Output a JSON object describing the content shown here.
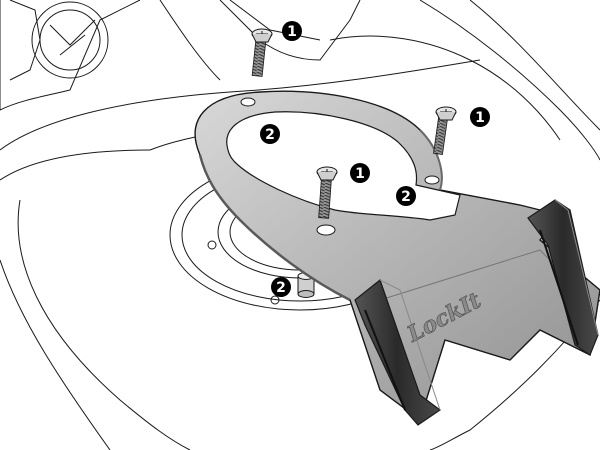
{
  "diagram": {
    "brand_logo": "LockIt",
    "callouts": [
      {
        "label": "1",
        "part": "screw"
      },
      {
        "label": "1",
        "part": "screw"
      },
      {
        "label": "1",
        "part": "screw"
      },
      {
        "label": "2",
        "part": "spacer"
      },
      {
        "label": "2",
        "part": "spacer"
      },
      {
        "label": "2",
        "part": "spacer"
      }
    ],
    "colors": {
      "bracket_fill": "#b9b9b9",
      "bracket_shade": "#8e8e8e",
      "pad_fill": "#3a3a3a",
      "line": "#1a1a1a",
      "callout_fill": "#000000"
    }
  }
}
